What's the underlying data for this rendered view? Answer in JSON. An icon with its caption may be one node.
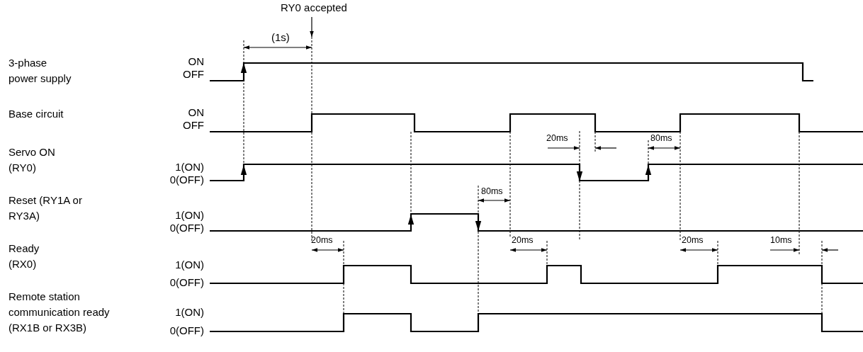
{
  "diagram": {
    "labels": [
      "RY0 accepted",
      "(1s)",
      "3-phase power supply",
      "ON",
      "OFF",
      "Base circuit",
      "ON",
      "OFF",
      "20ms",
      "80ms",
      "Servo ON (RY0)",
      "1(ON)",
      "0(OFF)",
      "80ms",
      "Reset (RY1A or RY3A)",
      "1(ON)",
      "0(OFF)",
      "20ms",
      "20ms",
      "20ms",
      "10ms",
      "Ready (RX0)",
      "1(ON)",
      "0(OFF)",
      "Remote station communication ready (RX1B or RX3B)",
      "1(ON)",
      "0(OFF)"
    ]
  }
}
